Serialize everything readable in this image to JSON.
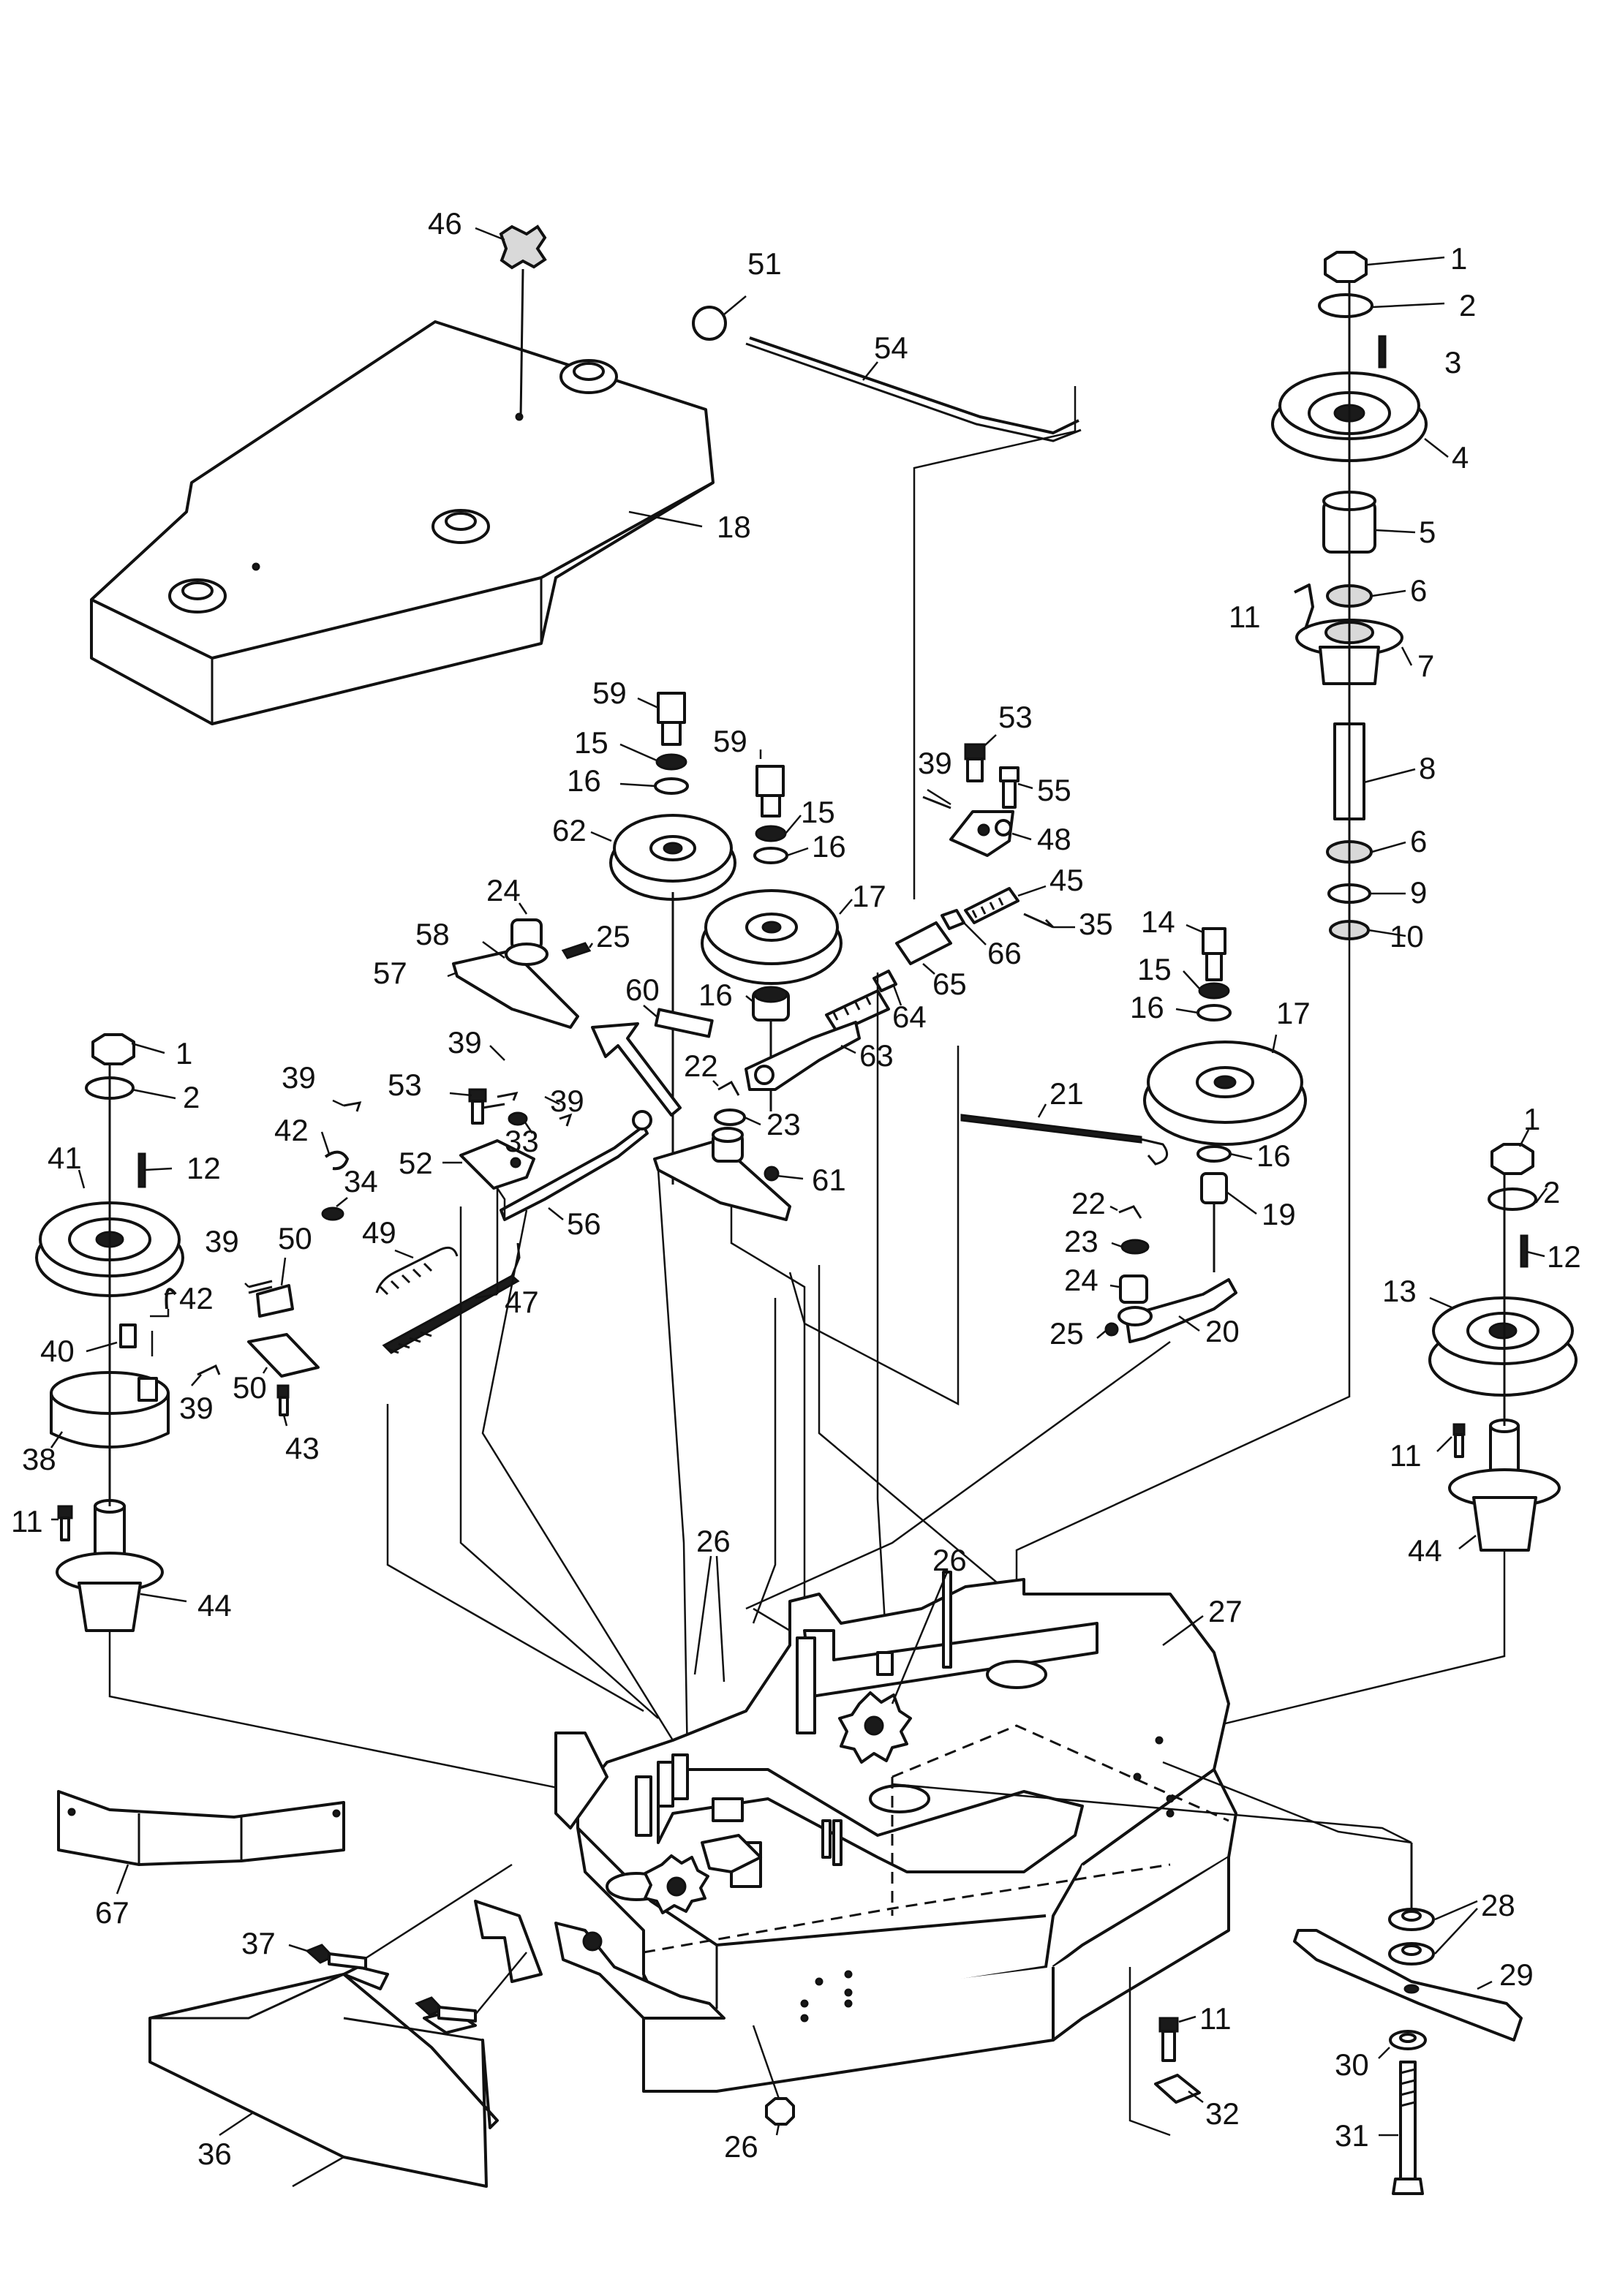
{
  "diagram": {
    "callouts": {
      "c1a": "1",
      "c1b": "1",
      "c1c": "1",
      "c2a": "2",
      "c2b": "2",
      "c2c": "2",
      "c3": "3",
      "c4": "4",
      "c5": "5",
      "c6a": "6",
      "c6b": "6",
      "c7": "7",
      "c8": "8",
      "c9": "9",
      "c10": "10",
      "c11a": "11",
      "c11b": "11",
      "c11c": "11",
      "c11d": "11",
      "c12a": "12",
      "c12b": "12",
      "c13": "13",
      "c14": "14",
      "c15a": "15",
      "c15b": "15",
      "c15c": "15",
      "c16a": "16",
      "c16b": "16",
      "c16c": "16",
      "c16d": "16",
      "c16e": "16",
      "c17a": "17",
      "c17b": "17",
      "c18": "18",
      "c19": "19",
      "c20": "20",
      "c21": "21",
      "c22a": "22",
      "c22b": "22",
      "c23a": "23",
      "c23b": "23",
      "c24a": "24",
      "c24b": "24",
      "c25a": "25",
      "c25b": "25",
      "c26a": "26",
      "c26b": "26",
      "c26c": "26",
      "c27": "27",
      "c28": "28",
      "c29": "29",
      "c30": "30",
      "c31": "31",
      "c32": "32",
      "c33": "33",
      "c34": "34",
      "c35": "35",
      "c36": "36",
      "c37": "37",
      "c38": "38",
      "c39a": "39",
      "c39b": "39",
      "c39c": "39",
      "c39d": "39",
      "c39e": "39",
      "c39f": "39",
      "c40": "40",
      "c41": "41",
      "c42a": "42",
      "c42b": "42",
      "c43": "43",
      "c44a": "44",
      "c44b": "44",
      "c45": "45",
      "c46": "46",
      "c47": "47",
      "c48": "48",
      "c49": "49",
      "c50a": "50",
      "c50b": "50",
      "c51": "51",
      "c52": "52",
      "c53a": "53",
      "c53b": "53",
      "c54": "54",
      "c55": "55",
      "c56": "56",
      "c57": "57",
      "c58": "58",
      "c59a": "59",
      "c59b": "59",
      "c60": "60",
      "c61": "61",
      "c62": "62",
      "c63": "63",
      "c64": "64",
      "c65": "65",
      "c66": "66",
      "c67": "67"
    }
  }
}
